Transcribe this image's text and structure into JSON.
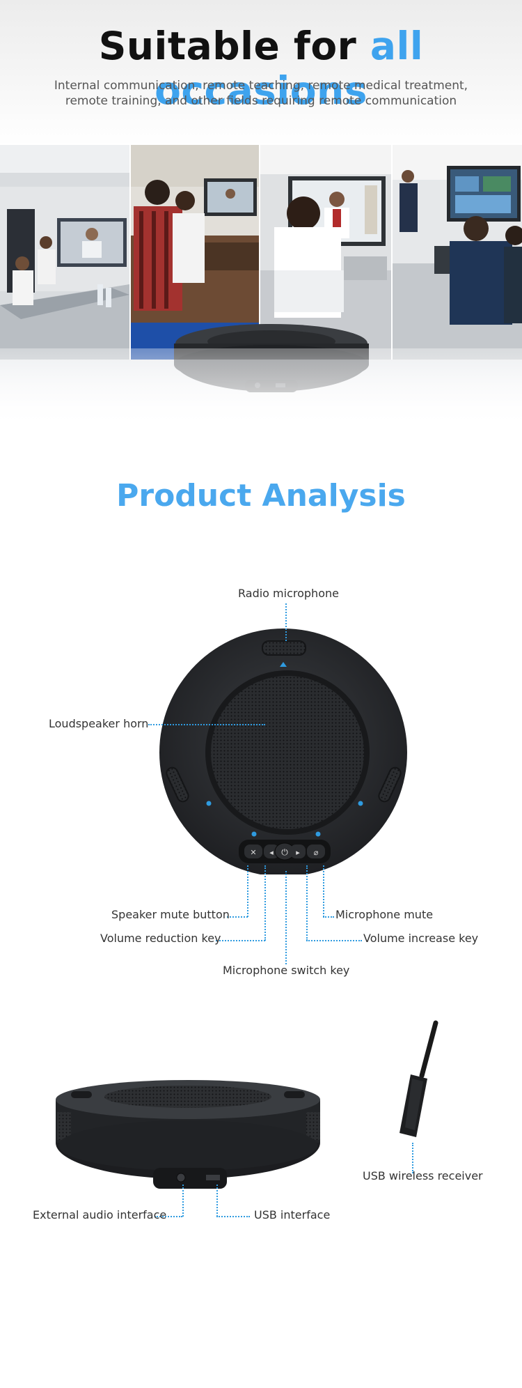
{
  "hero": {
    "title_prefix": "Suitable for ",
    "title_accent": "all occasions",
    "subtitle_line1": "Internal communication, remote teaching, remote medical treatment,",
    "subtitle_line2": "remote training, and other fields requiring remote communication"
  },
  "photos": [
    "meeting-room",
    "classroom",
    "medical-consult",
    "training-session"
  ],
  "analysis": {
    "title": "Product Analysis",
    "callouts": {
      "radio_microphone": "Radio microphone",
      "loudspeaker_horn": "Loudspeaker horn",
      "speaker_mute_button": "Speaker mute button",
      "volume_reduction_key": "Volume reduction key",
      "microphone_switch_key": "Microphone switch key",
      "microphone_mute": "Microphone mute",
      "volume_increase_key": "Volume increase key"
    }
  },
  "ports": {
    "usb_wireless_receiver": "USB wireless receiver",
    "external_audio_interface": "External audio interface",
    "usb_interface": "USB interface"
  },
  "colors": {
    "accent": "#3ea3ee",
    "device_body": "#2b2d30",
    "indicator": "#2f9be0"
  }
}
